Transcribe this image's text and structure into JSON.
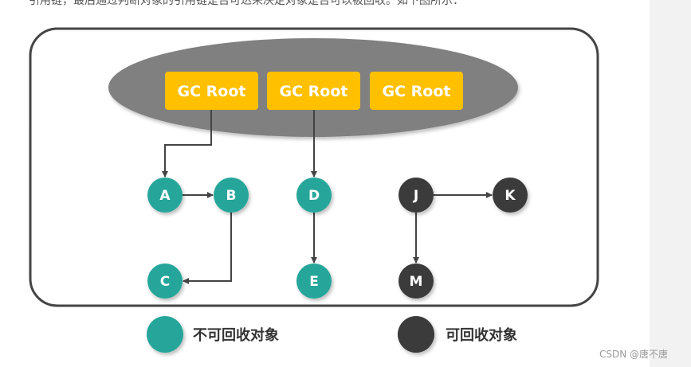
{
  "intro_text": "引用链，最后通过判断对象的引用链是否可达来决定对象是否可以被回收。如下图所示：",
  "diagram": {
    "gc_roots": [
      {
        "id": "root1",
        "label": "GC Root"
      },
      {
        "id": "root2",
        "label": "GC Root"
      },
      {
        "id": "root3",
        "label": "GC Root"
      }
    ],
    "nodes": [
      {
        "id": "A",
        "label": "A",
        "type": "reachable"
      },
      {
        "id": "B",
        "label": "B",
        "type": "reachable"
      },
      {
        "id": "C",
        "label": "C",
        "type": "reachable"
      },
      {
        "id": "D",
        "label": "D",
        "type": "reachable"
      },
      {
        "id": "E",
        "label": "E",
        "type": "reachable"
      },
      {
        "id": "J",
        "label": "J",
        "type": "collectable"
      },
      {
        "id": "K",
        "label": "K",
        "type": "collectable"
      },
      {
        "id": "M",
        "label": "M",
        "type": "collectable"
      }
    ],
    "edges": [
      {
        "from": "root1",
        "to": "A"
      },
      {
        "from": "A",
        "to": "B"
      },
      {
        "from": "B",
        "to": "C"
      },
      {
        "from": "root2",
        "to": "D"
      },
      {
        "from": "D",
        "to": "E"
      },
      {
        "from": "J",
        "to": "K"
      },
      {
        "from": "J",
        "to": "M"
      }
    ],
    "legend": [
      {
        "type": "reachable",
        "label": "不可回收对象"
      },
      {
        "type": "collectable",
        "label": "可回收对象"
      }
    ],
    "colors": {
      "reachable": "#26a69a",
      "collectable": "#3a3a3a",
      "gc_root": "#ffc000",
      "ellipse": "#808080",
      "frame": "#444444"
    }
  },
  "watermark": "CSDN @唐不唐"
}
